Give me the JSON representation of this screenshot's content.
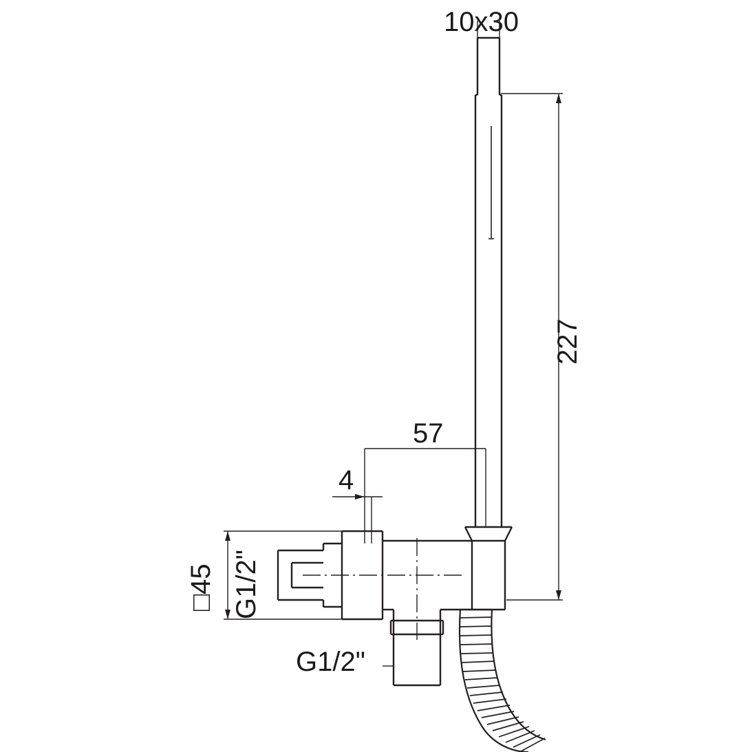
{
  "drawing": {
    "title": "hand shower holder with outlet technical drawing",
    "line_color": "#231f20",
    "text_color": "#1a1a1a",
    "background": "#ffffff",
    "dimensions": {
      "top_handset": "10x30",
      "vertical_total": "227",
      "offset_57": "57",
      "offset_4": "4",
      "wall_plate_square": "□45",
      "inlet_thread": "G1/2\"",
      "outlet_thread": "G1/2\""
    },
    "views": [
      {
        "name": "front-elevation",
        "items": [
          "handset-tube",
          "handset-cone",
          "wall-plate",
          "inlet-spigot",
          "outlet-spigot",
          "flexible-hose"
        ]
      }
    ]
  },
  "chart_data": {
    "type": "table",
    "title": "Dimension callouts",
    "categories": [
      "10x30",
      "227",
      "57",
      "4",
      "□45",
      "G1/2\"",
      "G1/2\""
    ],
    "values": [
      null,
      227,
      57,
      4,
      45,
      null,
      null
    ]
  }
}
